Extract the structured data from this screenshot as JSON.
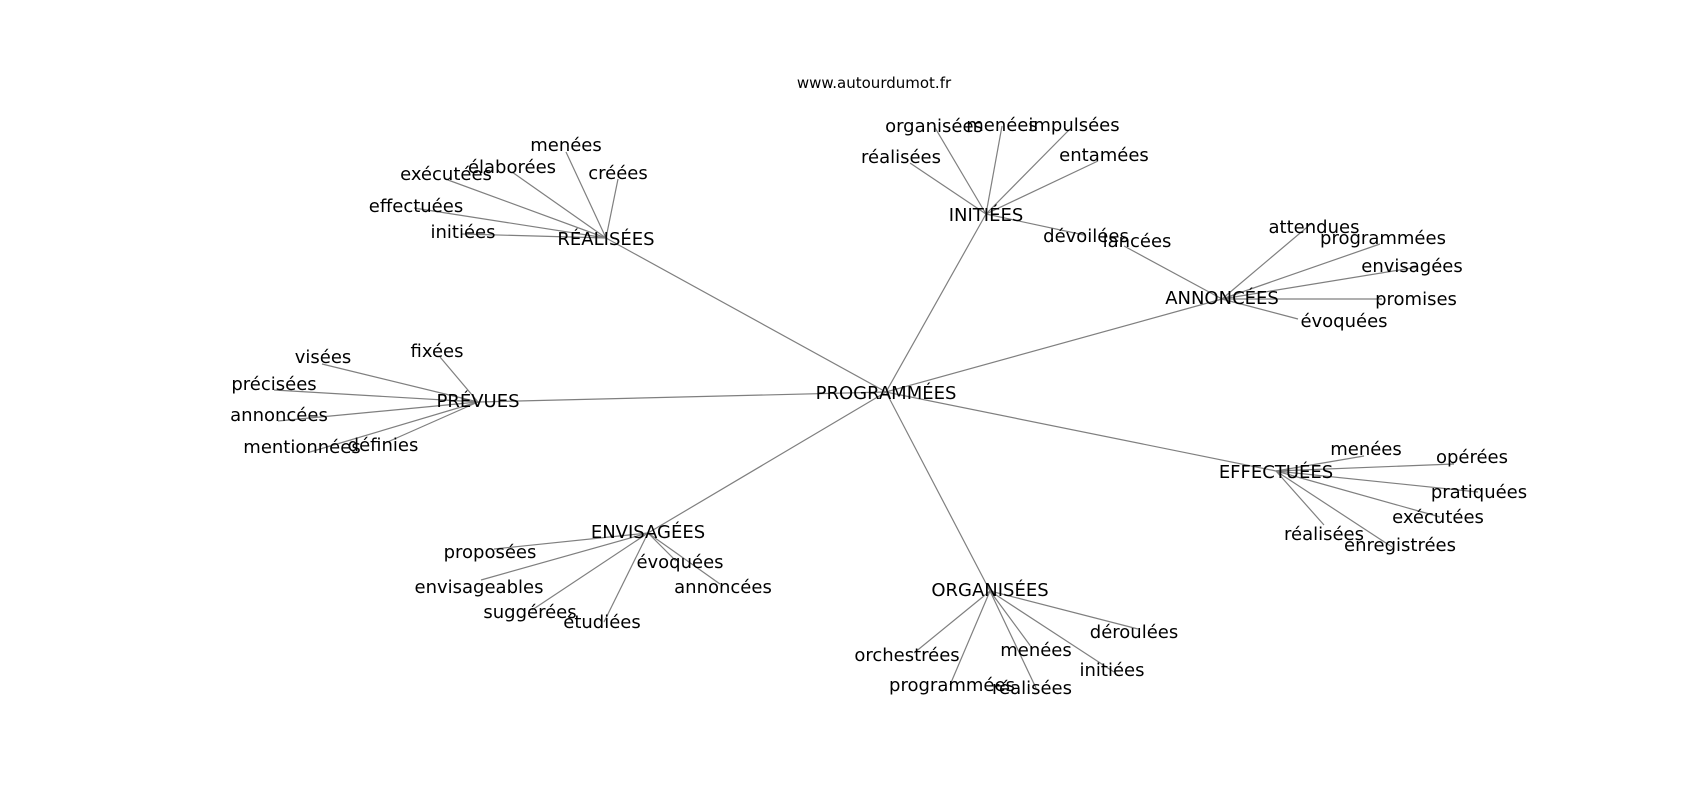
{
  "watermark": "www.autourdumot.fr",
  "edge_color": "#7f7f7f",
  "root": "PROGRAMMÉES",
  "hubs": [
    {
      "id": "realisees",
      "label": "RÉALISÉES",
      "leaves": [
        "menées",
        "élaborées",
        "créées",
        "exécutées",
        "effectuées",
        "initiées"
      ]
    },
    {
      "id": "initiees",
      "label": "INITIÉES",
      "leaves": [
        "organisées",
        "menées",
        "impulsées",
        "réalisées",
        "entamées",
        "dévoilées"
      ]
    },
    {
      "id": "annoncees",
      "label": "ANNONCÉES",
      "leaves": [
        "lancées",
        "attendues",
        "programmées",
        "envisagées",
        "promises",
        "évoquées"
      ]
    },
    {
      "id": "prevues",
      "label": "PRÉVUES",
      "leaves": [
        "fixées",
        "visées",
        "précisées",
        "annoncées",
        "mentionnées",
        "définies"
      ]
    },
    {
      "id": "effectuees",
      "label": "EFFECTUÉES",
      "leaves": [
        "menées",
        "opérées",
        "pratiquées",
        "exécutées",
        "réalisées",
        "enregistrées"
      ]
    },
    {
      "id": "envisagees",
      "label": "ENVISAGÉES",
      "leaves": [
        "proposées",
        "évoquées",
        "envisageables",
        "annoncées",
        "suggérées",
        "étudiées"
      ]
    },
    {
      "id": "organisees",
      "label": "ORGANISÉES",
      "leaves": [
        "déroulées",
        "orchestrées",
        "menées",
        "initiées",
        "programmées",
        "réalisées"
      ]
    }
  ]
}
